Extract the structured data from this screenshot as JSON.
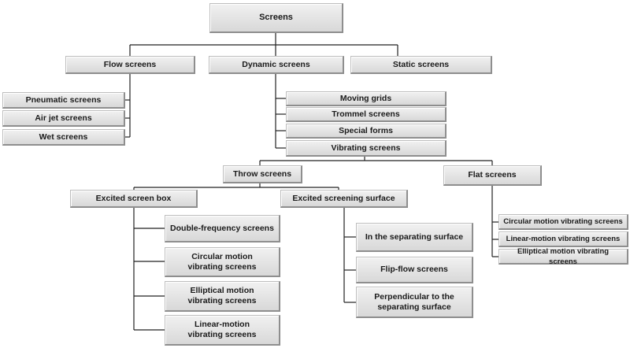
{
  "nodes": {
    "screens": "Screens",
    "flow": "Flow screens",
    "dynamic": "Dynamic screens",
    "static": "Static screens",
    "pneumatic": "Pneumatic screens",
    "airjet": "Air jet screens",
    "wet": "Wet screens",
    "moving": "Moving grids",
    "trommel": "Trommel screens",
    "special": "Special forms",
    "vibrating": "Vibrating screens",
    "throw": "Throw screens",
    "flat": "Flat screens",
    "box": "Excited screen box",
    "surface": "Excited screening surface",
    "double": "Double-frequency screens",
    "circular": "Circular motion\nvibrating screens",
    "elliptical": "Elliptical motion\nvibrating screens",
    "linear": "Linear-motion\nvibrating screens",
    "insep": "In the separating surface",
    "flipflow": "Flip-flow screens",
    "perp": "Perpendicular to the\nseparating surface",
    "flat_circular": "Circular motion vibrating screens",
    "flat_linear": "Linear-motion vibrating screens",
    "flat_elliptical": "Elliptical motion vibrating screens"
  },
  "colors": {
    "line": "#222222",
    "box_top": "#f1f1f1",
    "box_bottom": "#d8d8d8"
  }
}
